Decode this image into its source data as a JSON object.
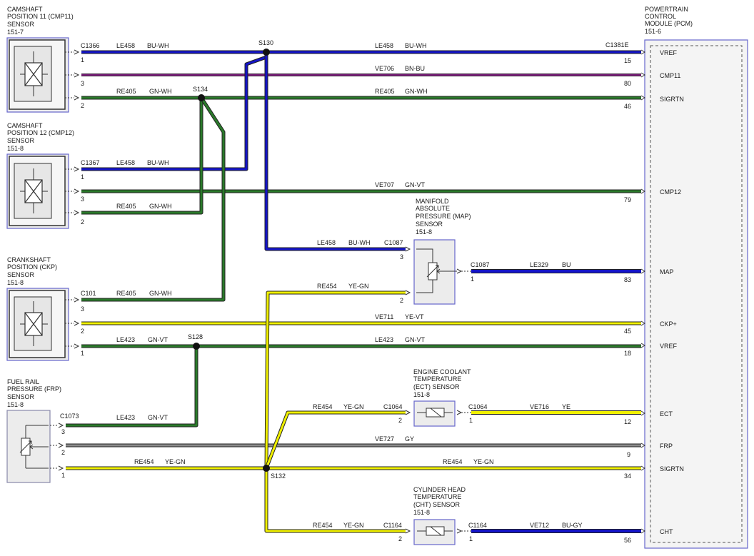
{
  "pcm": {
    "title": [
      "POWERTRAIN",
      "CONTROL",
      "MODULE (PCM)",
      "151-6"
    ],
    "connector": "C1381E",
    "pins": [
      {
        "label": "VREF",
        "num": "15"
      },
      {
        "label": "CMP11",
        "num": "80"
      },
      {
        "label": "SIGRTN",
        "num": "46"
      },
      {
        "label": "CMP12",
        "num": "79"
      },
      {
        "label": "MAP",
        "num": "83"
      },
      {
        "label": "CKP+",
        "num": "45"
      },
      {
        "label": "VREF",
        "num": "18"
      },
      {
        "label": "ECT",
        "num": "12"
      },
      {
        "label": "FRP",
        "num": "9"
      },
      {
        "label": "SIGRTN",
        "num": "34"
      },
      {
        "label": "CHT",
        "num": "56"
      }
    ]
  },
  "sensors": {
    "cmp11": {
      "title": [
        "CAMSHAFT",
        "POSITION 11 (CMP11)",
        "SENSOR",
        "151-7"
      ],
      "connector": "C1366",
      "pins": [
        "1",
        "3",
        "2"
      ]
    },
    "cmp12": {
      "title": [
        "CAMSHAFT",
        "POSITION 12 (CMP12)",
        "SENSOR",
        "151-8"
      ],
      "connector": "C1367",
      "pins": [
        "1",
        "3",
        "2"
      ]
    },
    "ckp": {
      "title": [
        "CRANKSHAFT",
        "POSITION (CKP)",
        "SENSOR",
        "151-8"
      ],
      "connector": "C101",
      "pins": [
        "3",
        "2",
        "1"
      ]
    },
    "frp": {
      "title": [
        "FUEL RAIL",
        "PRESSURE (FRP)",
        "SENSOR",
        "151-8"
      ],
      "connector": "C1073",
      "pins": [
        "3",
        "2",
        "1"
      ]
    },
    "map": {
      "title": [
        "MANIFOLD",
        "ABSOLUTE",
        "PRESSURE (MAP)",
        "SENSOR",
        "151-8"
      ],
      "connector_in": "C1087",
      "connector_out": "C1087",
      "pins": [
        "3",
        "2",
        "1"
      ]
    },
    "ect": {
      "title": [
        "ENGINE COOLANT",
        "TEMPERATURE",
        "(ECT) SENSOR",
        "151-8"
      ],
      "connector_in": "C1064",
      "connector_out": "C1064",
      "pins": [
        "2",
        "1"
      ]
    },
    "cht": {
      "title": [
        "CYLINDER HEAD",
        "TEMPERATURE",
        "(CHT) SENSOR",
        "151-8"
      ],
      "connector_in": "C1164",
      "connector_out": "C1164",
      "pins": [
        "2",
        "1"
      ]
    }
  },
  "splices": {
    "s130": "S130",
    "s134": "S134",
    "s128": "S128",
    "s132": "S132"
  },
  "circuits": {
    "le458": "LE458",
    "bu_wh": "BU-WH",
    "ve706": "VE706",
    "bn_bu": "BN-BU",
    "re405": "RE405",
    "gn_wh": "GN-WH",
    "ve707": "VE707",
    "gn_vt": "GN-VT",
    "re454": "RE454",
    "ye_gn": "YE-GN",
    "le329": "LE329",
    "bu": "BU",
    "ve711": "VE711",
    "ye_vt": "YE-VT",
    "le423": "LE423",
    "ve716": "VE716",
    "ye": "YE",
    "ve727": "VE727",
    "gy": "GY",
    "ve712": "VE712",
    "bu_gy": "BU-GY"
  },
  "colors": {
    "blue": "#1414c8",
    "green": "#2a7a2a",
    "yellow": "#f0f000",
    "purple": "#7a1f7a",
    "gray": "#7a7a7a",
    "outline": "#6666cc"
  }
}
